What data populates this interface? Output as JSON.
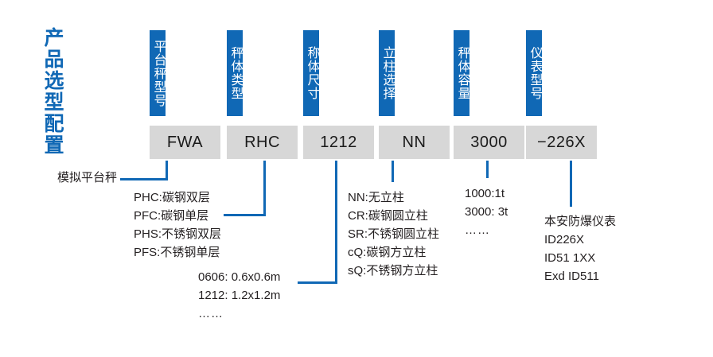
{
  "title": {
    "vertical_text": "产品选型配置",
    "color": "#1068b5"
  },
  "colors": {
    "header_blue": "#1068b5",
    "value_gray": "#d7d7d7",
    "text_dark": "#231f20",
    "connector_blue": "#1068b5"
  },
  "columns": [
    {
      "header": "平台秤型号",
      "value": "FWA"
    },
    {
      "header": "秤体类型",
      "value": "RHC"
    },
    {
      "header": "称体尺寸",
      "value": "1212"
    },
    {
      "header": "立柱选择",
      "value": "NN"
    },
    {
      "header": "秤体容量",
      "value": "3000"
    },
    {
      "header": "仪表型号",
      "value": "−226X"
    }
  ],
  "notes": {
    "platform_scale": "模拟平台秤",
    "scale_body_types": [
      "PHC:碳钢双层",
      "PFC:碳钢单层",
      "PHS:不锈钢双层",
      "PFS:不锈钢单层"
    ],
    "body_sizes": [
      "0606: 0.6x0.6m",
      "1212: 1.2x1.2m",
      "……"
    ],
    "column_options": [
      "NN:无立柱",
      "CR:碳钢圆立柱",
      "SR:不锈钢圆立柱",
      "cQ:碳钢方立柱",
      "sQ:不锈钢方立柱"
    ],
    "capacities": [
      "1000:1t",
      "3000: 3t",
      "……"
    ],
    "meters": [
      "本安防爆仪表",
      "ID226X",
      "ID51 1XX",
      "Exd ID511"
    ]
  }
}
